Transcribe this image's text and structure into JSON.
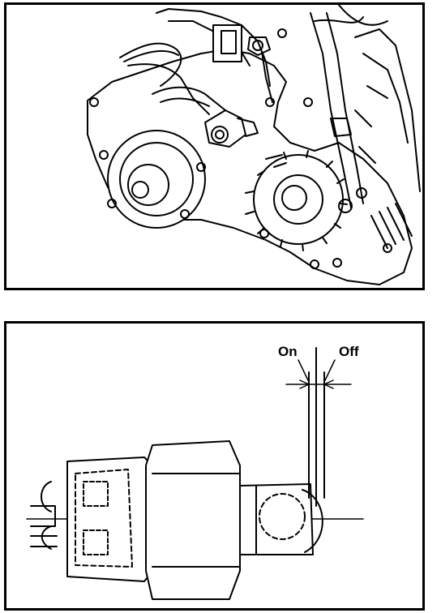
{
  "figure_bottom": {
    "labels": {
      "on": "On",
      "off": "Off"
    }
  },
  "colors": {
    "ink": "#000000",
    "paper": "#ffffff"
  },
  "icons": {
    "top_panel": "transmission-housing-illustration",
    "bottom_panel": "switch-plunger-clearance-illustration"
  }
}
